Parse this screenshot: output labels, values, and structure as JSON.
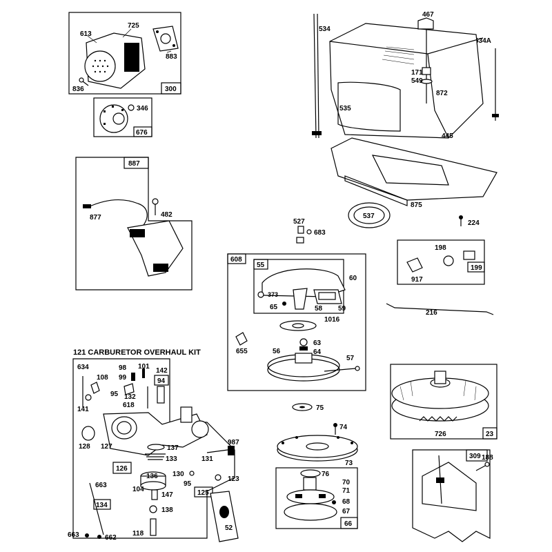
{
  "header": {
    "kit_title": "121 CARBURETOR OVERHAUL KIT"
  },
  "parts": {
    "p613": "613",
    "p725": "725",
    "p883": "883",
    "p836": "836",
    "p300": "300",
    "p346": "346",
    "p676": "676",
    "p887": "887",
    "p482": "482",
    "p877": "877",
    "p534": "534",
    "p467": "467",
    "p534a": "534A",
    "p171": "171",
    "p549": "549",
    "p872": "872",
    "p535": "535",
    "p445": "445",
    "p875": "875",
    "p537": "537",
    "p224": "224",
    "p527": "527",
    "p683": "683",
    "p198": "198",
    "p917": "917",
    "p199": "199",
    "p608": "608",
    "p55": "55",
    "p60": "60",
    "p373": "373",
    "p65": "65",
    "p58": "58",
    "p59": "59",
    "p1016": "1016",
    "p655": "655",
    "p63": "63",
    "p64": "64",
    "p56": "56",
    "p57": "57",
    "p75": "75",
    "p74": "74",
    "p216": "216",
    "p726": "726",
    "p23": "23",
    "p73": "73",
    "p76": "76",
    "p70": "70",
    "p71": "71",
    "p68": "68",
    "p67": "67",
    "p66": "66",
    "p309": "309",
    "p188": "188",
    "p634": "634",
    "p108": "108",
    "p98": "98",
    "p101": "101",
    "p142": "142",
    "p99": "99",
    "p94": "94",
    "p95": "95",
    "p132": "132",
    "p141": "141",
    "p618": "618",
    "p128": "128",
    "p127": "127",
    "p137": "137",
    "p133": "133",
    "p126": "126",
    "p136": "136",
    "p130": "130",
    "p131": "131",
    "p987": "987",
    "p123": "123",
    "p663": "663",
    "p104": "104",
    "p147": "147",
    "p125": "125",
    "p134": "134",
    "p138": "138",
    "p118": "118",
    "p52": "52",
    "p662": "662"
  }
}
